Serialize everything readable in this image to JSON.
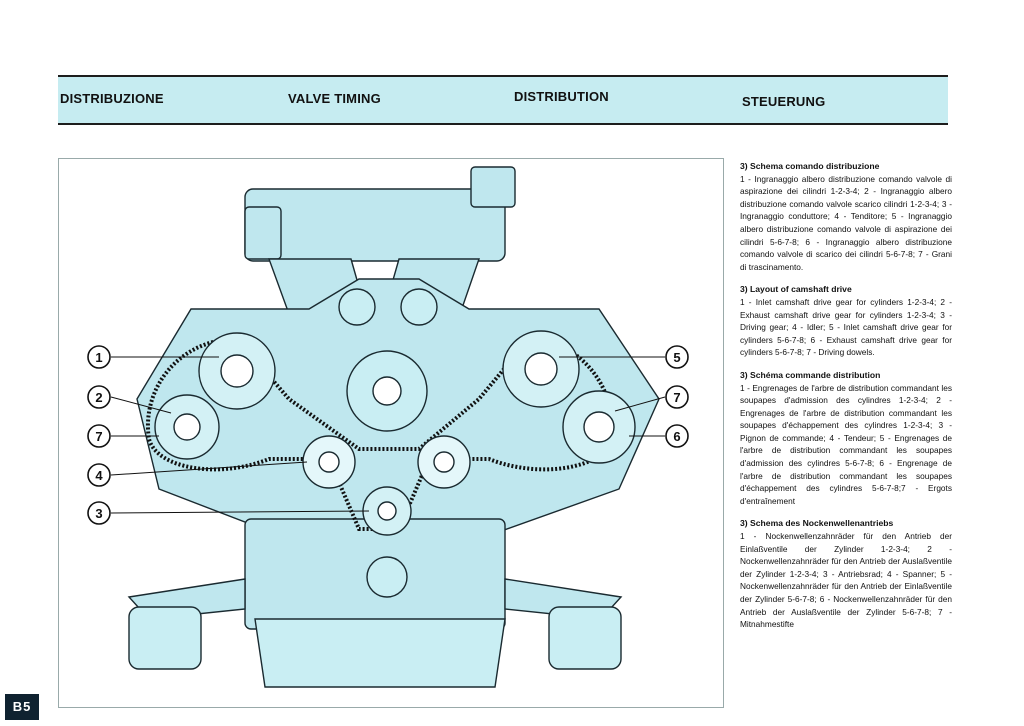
{
  "header": {
    "it": "DISTRIBUZIONE",
    "en": "VALVE TIMING",
    "fr": "DISTRIBUTION",
    "de": "STEUERUNG"
  },
  "figure": {
    "callouts": {
      "c1": "1",
      "c2": "2",
      "c7l": "7",
      "c4": "4",
      "c3": "3",
      "c5": "5",
      "c7r": "7",
      "c6": "6"
    }
  },
  "sections": {
    "it": {
      "title": "3) Schema comando distribuzione",
      "body": "1 - Ingranaggio albero distribuzione comando valvole di aspirazione dei cilindri 1-2-3-4; 2 - Ingranaggio albero distribuzione comando valvole scarico cilindri 1-2-3-4; 3 - Ingranaggio conduttore; 4 - Tenditore; 5 - Ingranaggio albero distribuzione comando valvole di aspirazione dei cilindri 5-6-7-8; 6 - Ingranaggio albero distribuzione comando valvole di scarico dei cilindri 5-6-7-8; 7 - Grani di trascinamento."
    },
    "en": {
      "title": "3) Layout of camshaft drive",
      "body": "1 - Inlet camshaft drive gear for cylinders 1-2-3-4; 2 - Exhaust camshaft drive gear for cylinders 1-2-3-4; 3 - Driving gear; 4 - Idler; 5 - Inlet camshaft drive gear for cylinders 5-6-7-8; 6 - Exhaust camshaft drive gear for cylinders 5-6-7-8; 7 - Driving dowels."
    },
    "fr": {
      "title": "3) Schéma commande distribution",
      "body": "1 - Engrenages de l'arbre de distribution commandant les soupapes d'admission des cylindres 1-2-3-4; 2 - Engrenages de l'arbre de distribution commandant les soupapes d'échappement des cylindres 1-2-3-4; 3 - Pignon de commande; 4 - Tendeur; 5 - Engrenages de l'arbre de distribution commandant les soupapes d'admission des cylindres 5-6-7-8; 6 - Engrenage de l'arbre de distribution commandant les soupapes d'échappement des cylindres 5-6-7-8;7 - Ergots d'entraînement"
    },
    "de": {
      "title": "3) Schema des Nockenwellenantriebs",
      "body": "1 - Nockenwellenzahnräder für den Antrieb der Einlaßventile der Zylinder 1-2-3-4; 2 - Nockenwellenzahnräder für den Antrieb der Auslaßventile der Zylinder 1-2-3-4; 3 - Antriebsrad; 4 - Spanner; 5 - Nockenwellenzahnräder für den Antrieb der Einlaßventile der Zylinder 5-6-7-8; 6 - Nockenwellenzahnräder für den Antrieb der Auslaßventile der Zylinder 5-6-7-8; 7 - Mitnahmestifte"
    }
  },
  "page_label": "B5"
}
